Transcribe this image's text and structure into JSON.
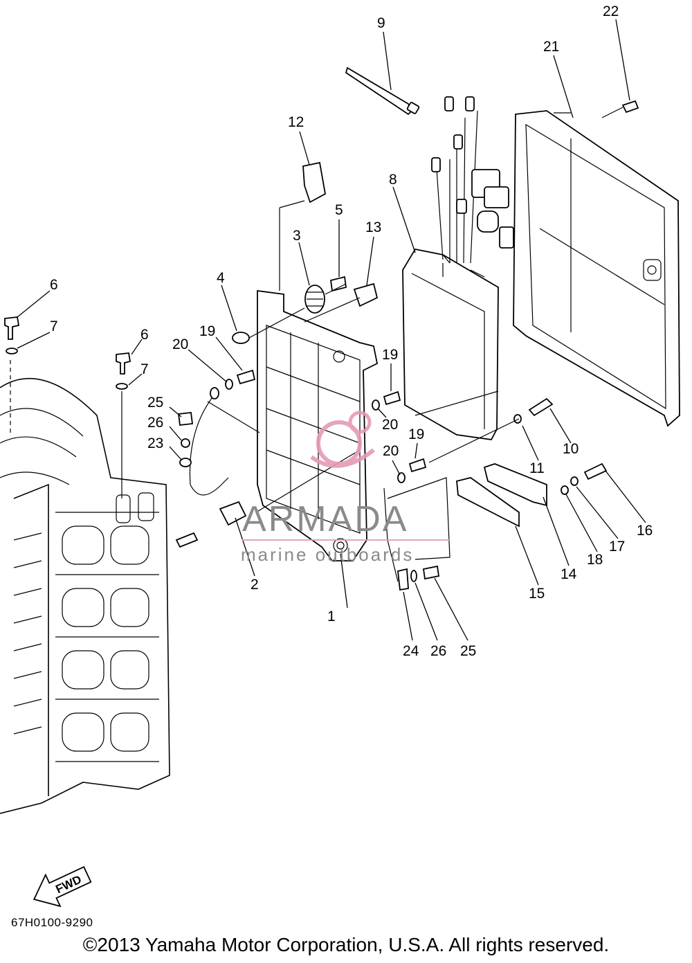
{
  "diagram": {
    "labels": {
      "p1": "1",
      "p2": "2",
      "p3": "3",
      "p4": "4",
      "p5": "5",
      "p6a": "6",
      "p6b": "6",
      "p7a": "7",
      "p7b": "7",
      "p8": "8",
      "p9": "9",
      "p10": "10",
      "p11": "11",
      "p12": "12",
      "p13": "13",
      "p14": "14",
      "p15": "15",
      "p16": "16",
      "p17": "17",
      "p18": "18",
      "p19a": "19",
      "p19b": "19",
      "p19c": "19",
      "p20a": "20",
      "p20b": "20",
      "p20c": "20",
      "p21": "21",
      "p22": "22",
      "p23": "23",
      "p24": "24",
      "p25a": "25",
      "p25b": "25",
      "p26a": "26",
      "p26b": "26"
    },
    "fwd_arrow_text": "FWD",
    "watermark": {
      "name": "ARMADA",
      "subtitle": "marine outboards",
      "accent_color": "#e59ab8"
    },
    "doc_code": "67H0100-9290",
    "copyright": "©2013 Yamaha Motor Corporation, U.S.A. All rights reserved."
  }
}
